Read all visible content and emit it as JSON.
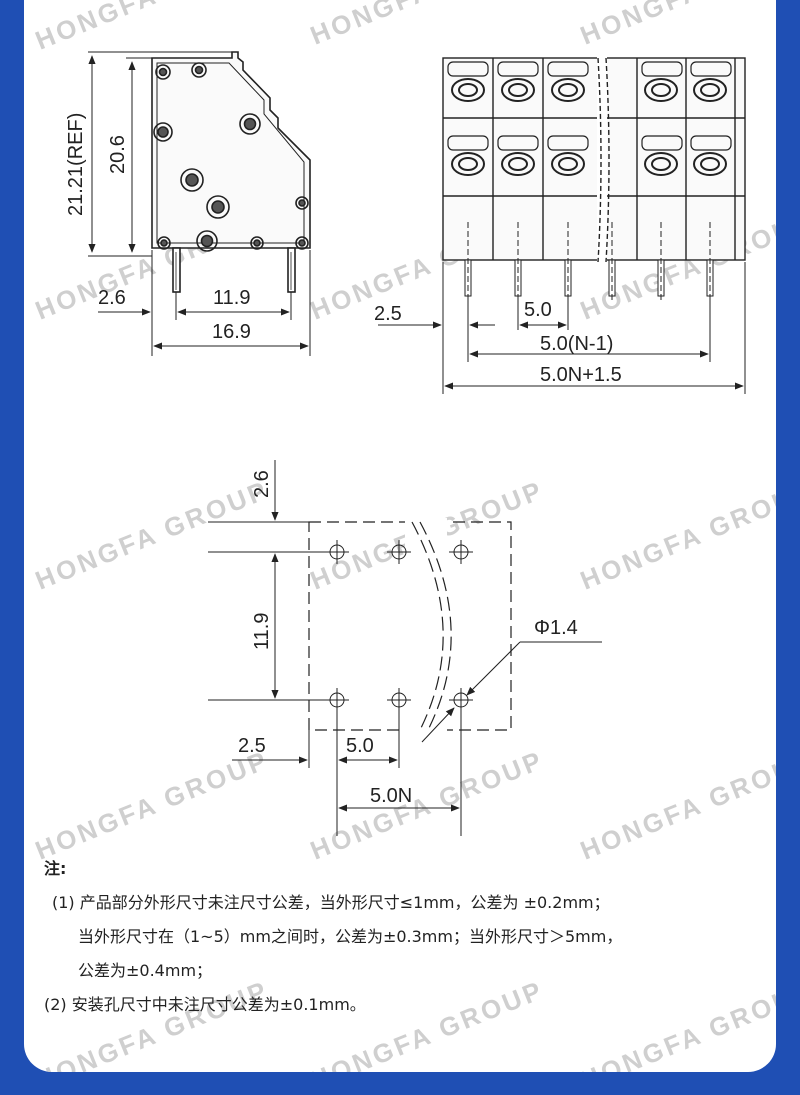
{
  "drawing": {
    "side_view": {
      "height_ref": "21.21(REF)",
      "height": "20.6",
      "pin_offset": "2.6",
      "pin_span": "11.9",
      "overall_depth": "16.9"
    },
    "front_view": {
      "edge_to_first_pin": "2.5",
      "pitch": "5.0",
      "pin_span": "5.0(N-1)",
      "overall_length": "5.0N+1.5"
    },
    "pcb_layout": {
      "top_offset": "2.6",
      "row_spacing": "11.9",
      "hole_diameter": "Φ1.4",
      "edge_offset": "2.5",
      "pitch": "5.0",
      "total": "5.0N"
    },
    "watermark": "HONGFA GROUP"
  },
  "notes": {
    "title": "注:",
    "item1_line1": "(1) 产品部分外形尺寸未注尺寸公差，当外形尺寸≤1mm，公差为 ±0.2mm；",
    "item1_line2": "当外形尺寸在（1~5）mm之间时，公差为±0.3mm；当外形尺寸＞5mm，",
    "item1_line3": "公差为±0.4mm；",
    "item2": "(2) 安装孔尺寸中未注尺寸公差为±0.1mm。"
  },
  "colors": {
    "background": "#1f4fb4",
    "card": "#ffffff",
    "line": "#222222",
    "watermark": "#cfcfcf"
  }
}
